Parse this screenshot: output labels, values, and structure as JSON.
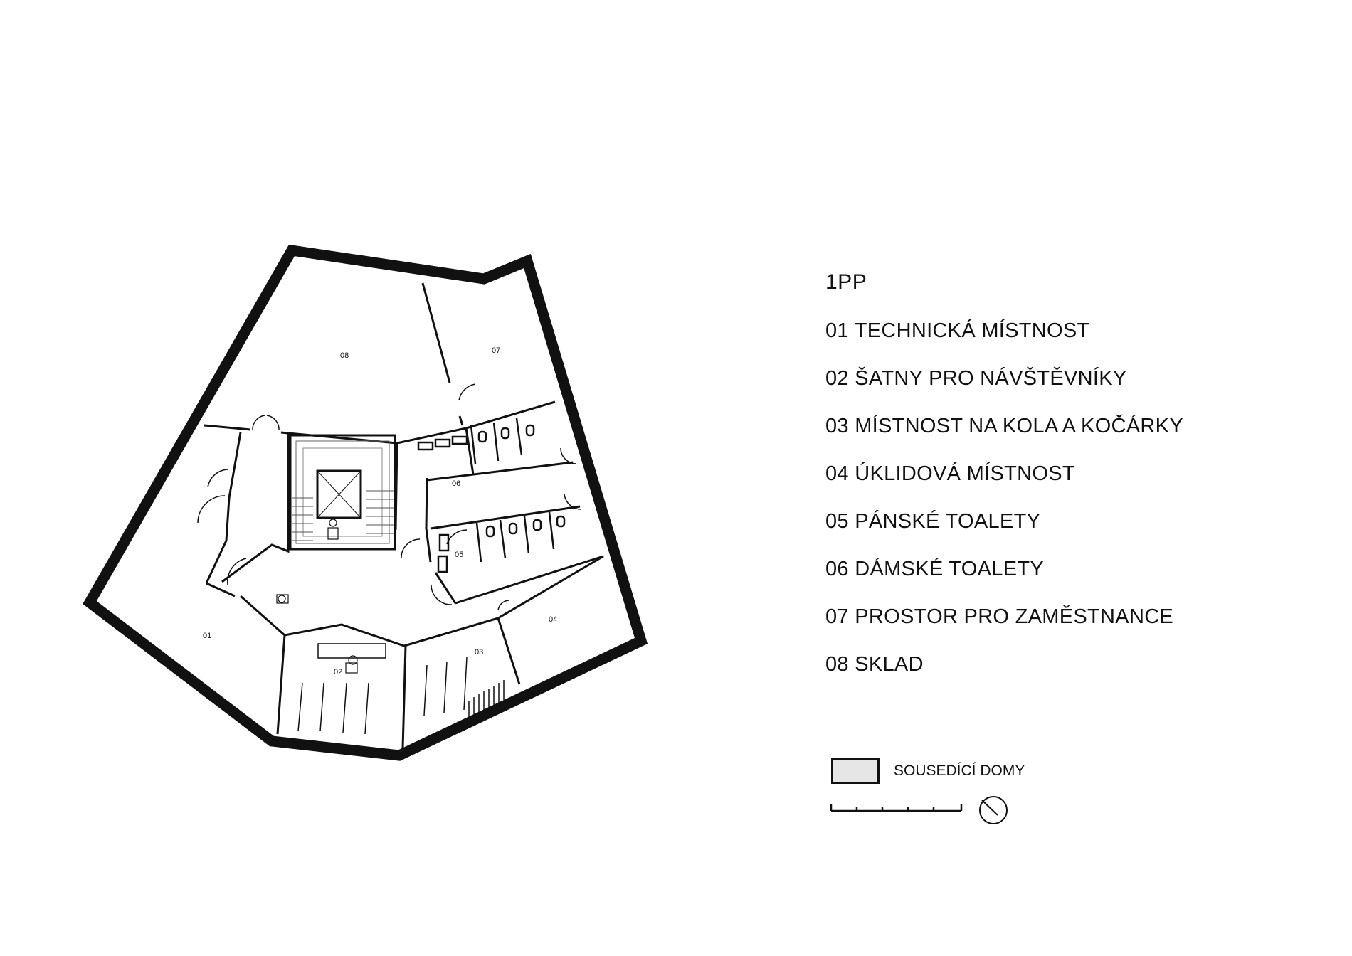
{
  "legend": {
    "title": "1PP",
    "items": [
      "01 TECHNICKÁ MÍSTNOST",
      "02 ŠATNY PRO NÁVŠTĚVNÍKY",
      "03 MÍSTNOST NA KOLA A KOČÁRKY",
      "04 ÚKLIDOVÁ MÍSTNOST",
      "05 PÁNSKÉ TOALETY",
      "06 DÁMSKÉ TOALETY",
      "07 PROSTOR PRO ZAMĚSTNANCE",
      "08 SKLAD"
    ]
  },
  "key": {
    "neighbors_label": "SOUSEDÍCÍ DOMY",
    "swatch_color": "#e6e6e6"
  },
  "rooms": {
    "r01": "01",
    "r02": "02",
    "r03": "03",
    "r04": "04",
    "r05": "05",
    "r06": "06",
    "r07": "07",
    "r08": "08"
  },
  "icons": [
    "north-arrow-icon",
    "scale-bar-icon",
    "elevator-icon",
    "stair-icon",
    "door-swing-icon",
    "wc-icon",
    "person-icon"
  ]
}
